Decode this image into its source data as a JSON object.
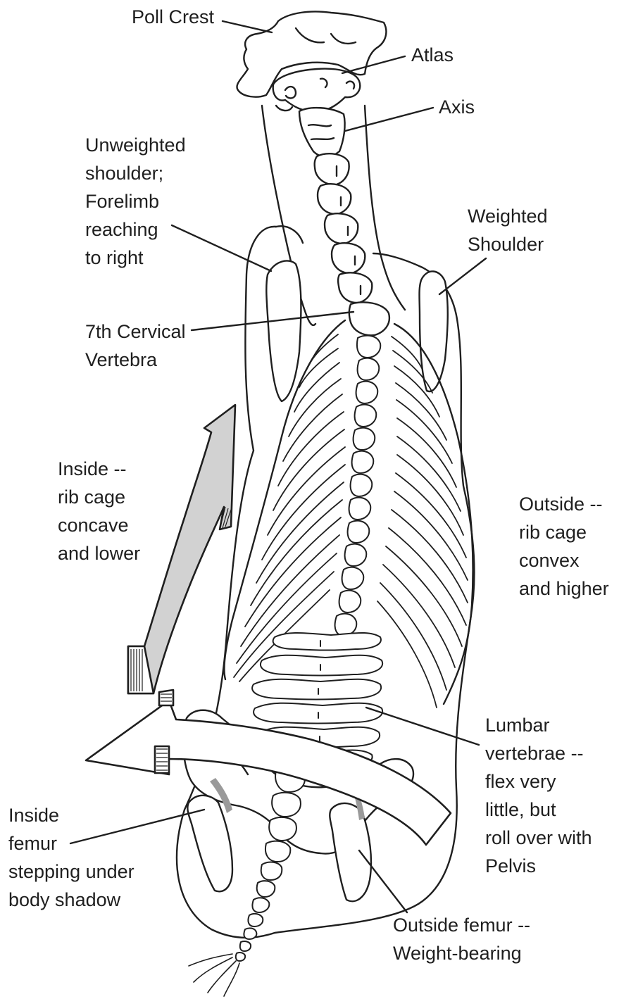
{
  "labels": {
    "poll_crest": [
      "Poll Crest"
    ],
    "atlas": [
      "Atlas"
    ],
    "axis": [
      "Axis"
    ],
    "unweighted_shoulder": [
      "Unweighted",
      "shoulder;",
      "Forelimb",
      "reaching",
      "to right"
    ],
    "weighted_shoulder": [
      "Weighted",
      "Shoulder"
    ],
    "cervical_7": [
      "7th Cervical",
      "Vertebra"
    ],
    "inside_rib_cage": [
      "Inside --",
      "rib cage",
      "concave",
      "and lower"
    ],
    "outside_rib_cage": [
      "Outside --",
      "rib cage",
      "convex",
      "and higher"
    ],
    "lumbar": [
      "Lumbar",
      "vertebrae --",
      "flex very",
      "little, but",
      "roll over with",
      "Pelvis"
    ],
    "inside_femur": [
      "Inside",
      "femur",
      "stepping under",
      "body shadow"
    ],
    "outside_femur": [
      "Outside femur --",
      "Weight-bearing"
    ]
  },
  "colors": {
    "ink": "#1f1f1f",
    "arrow_fill": "#d2d2d2",
    "shadow_fill": "#9a9a9a",
    "bone_fill": "#ffffff"
  },
  "icons": {
    "curved_arrow_up": "large-curved-arrow-up-icon",
    "curved_arrow_left": "large-curved-arrow-left-icon"
  }
}
